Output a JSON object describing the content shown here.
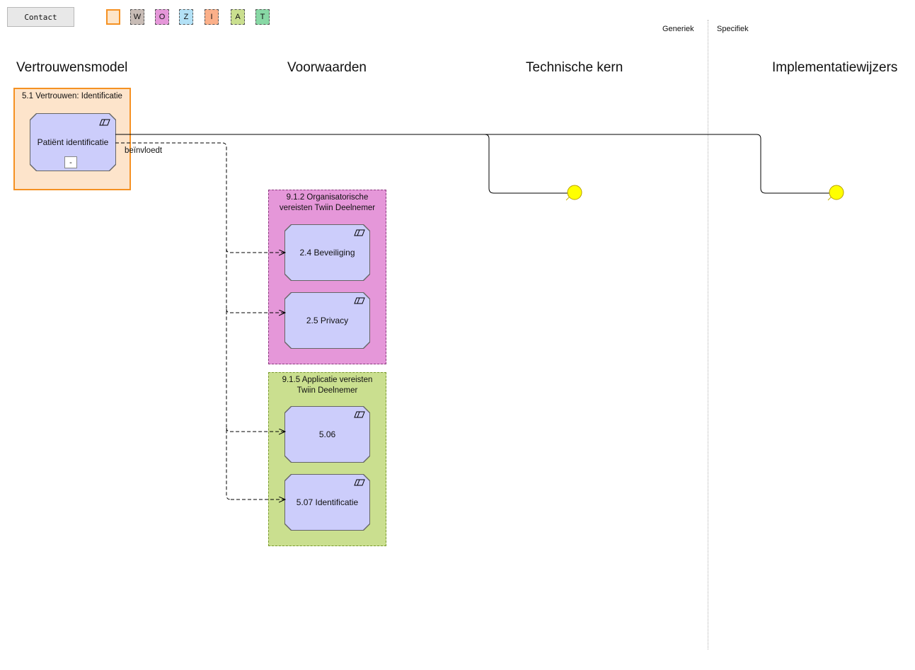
{
  "toolbar": {
    "contact_label": "Contact",
    "legend": [
      {
        "id": "legend-empty",
        "label": ""
      },
      {
        "id": "legend-w",
        "label": "W",
        "color": "#c8bcb6"
      },
      {
        "id": "legend-o",
        "label": "O",
        "color": "#e597d9"
      },
      {
        "id": "legend-z",
        "label": "Z",
        "color": "#b3e1f6"
      },
      {
        "id": "legend-i",
        "label": "I",
        "color": "#fbb08a"
      },
      {
        "id": "legend-a",
        "label": "A",
        "color": "#cadf8f"
      },
      {
        "id": "legend-t",
        "label": "T",
        "color": "#88d8a5"
      }
    ]
  },
  "regions": {
    "generic": "Generiek",
    "specific": "Specifiek"
  },
  "columns": [
    "Vertrouwensmodel",
    "Voorwaarden",
    "Technische kern",
    "Implementatiewijzers"
  ],
  "groups": {
    "trust": {
      "title": "5.1 Vertrouwen: Identificatie",
      "color": "#fde4cb"
    },
    "org": {
      "title": "9.1.2 Organisatorische vereisten Twiin Deelnemer",
      "color": "#e597d9"
    },
    "app": {
      "title": "9.1.5 Applicatie vereisten Twiin Deelnemer",
      "color": "#cadf8f"
    }
  },
  "requirements": {
    "patient": "Patiënt identificatie",
    "beveiliging": "2.4 Beveiliging",
    "privacy": "2.5 Privacy",
    "r506": "5.06",
    "r507": "5.07 Identificatie"
  },
  "collapse_label": "-",
  "relation_label": "beïnvloedt",
  "colors": {
    "requirement": "#cccdfb",
    "marker": "#ffff00",
    "trust_border": "#f59122"
  }
}
